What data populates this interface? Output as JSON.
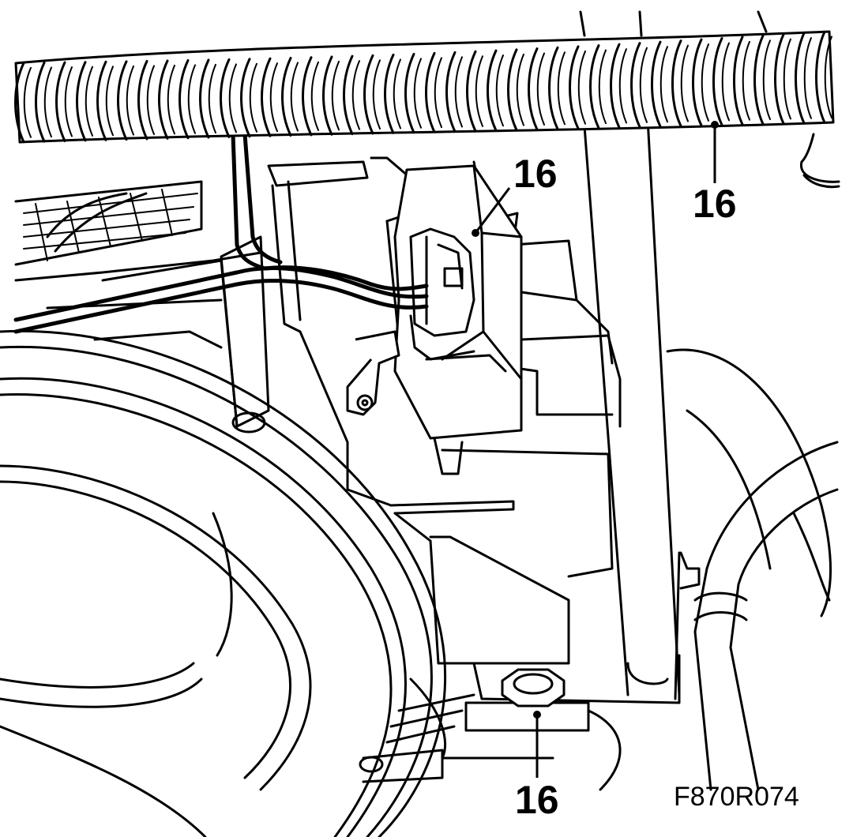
{
  "figure": {
    "code": "F870R074"
  },
  "callouts": [
    {
      "id": "top-right",
      "label": "16"
    },
    {
      "id": "center",
      "label": "16"
    },
    {
      "id": "bottom",
      "label": "16"
    }
  ]
}
